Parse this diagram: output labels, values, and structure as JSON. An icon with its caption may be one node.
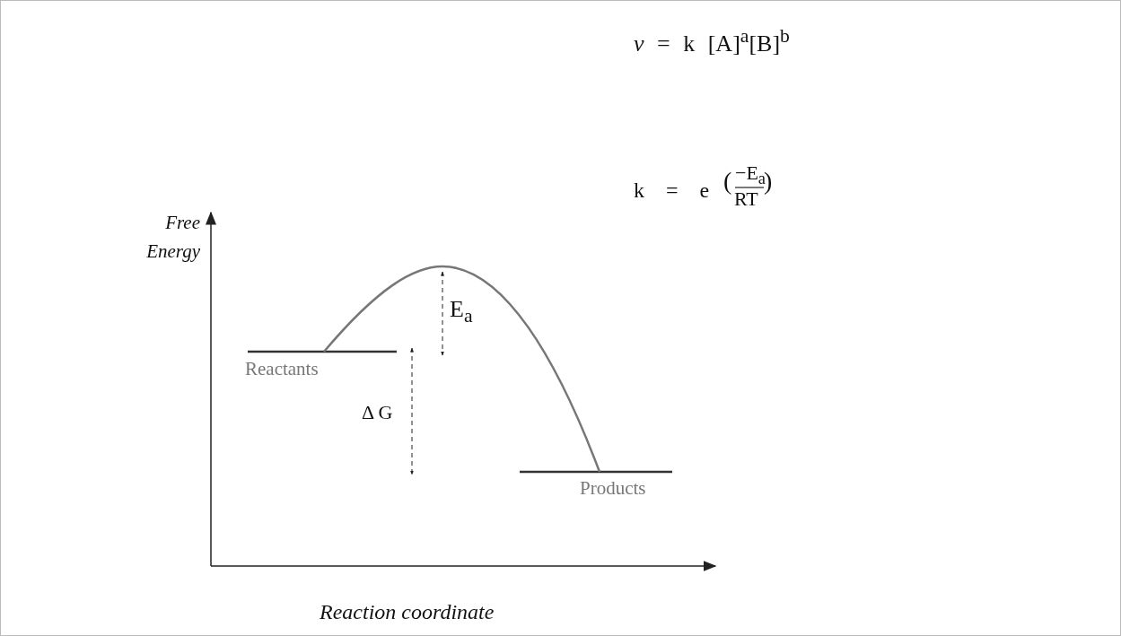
{
  "diagram": {
    "labels": [
      "*v* = k [A]$^{a}$[B]$^{b}$",
      "k = e",
      "(",
      "−E$_{a}$",
      "RT",
      ")",
      "Free Energy",
      "E$_{a}$",
      "Reactants",
      "Δ G",
      "Products",
      "Reaction coordinate"
    ]
  }
}
